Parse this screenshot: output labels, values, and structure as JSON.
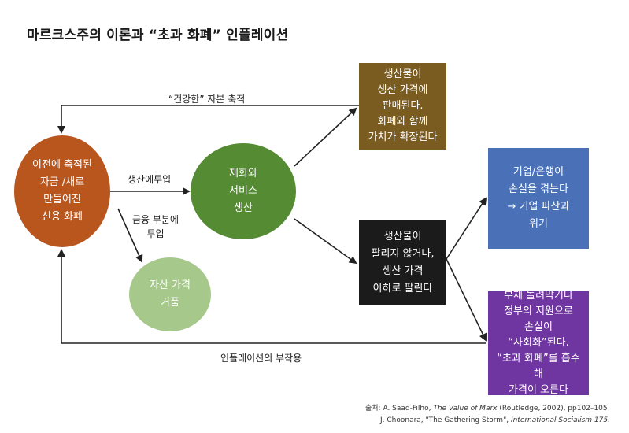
{
  "title": "마르크스주의 이론과 “초과 화폐” 인플레이션",
  "nodes": {
    "credit": [
      "이전에 축적된",
      "자금 /새로",
      "만들어진",
      "신용 화폐"
    ],
    "production": [
      "재화와",
      "서비스",
      "생산"
    ],
    "asset_bubble": [
      "자산 가격",
      "거품"
    ],
    "sold_more": [
      "생산물이",
      "생산 가격에",
      "판매된다.",
      "화폐와 함께",
      "가치가 확장된다"
    ],
    "sold_less": [
      "생산물이",
      "팔리지 않거나,",
      "생산 가격",
      "이하로 팔린다"
    ],
    "losses": [
      "기업/은행이",
      "손실을 겪는다",
      "→ 기업 파산과",
      "위기"
    ],
    "socialized": [
      "부채 돌려막기나",
      "정부의 지원으로",
      "손실이",
      "“사회화”된다.",
      "“초과 화폐”를 흡수해",
      "가격이 오른다"
    ]
  },
  "edges": {
    "healthy_accumulation": "“건강한” 자본 축적",
    "invest_production": "생산에투입",
    "invest_financial": [
      "금융 부분에",
      "투입"
    ],
    "inflation_side_effect": "인플레이션의 부작용"
  },
  "source": {
    "prefix": "출처: A. Saad-Filho, ",
    "book": "The Value of Marx",
    "book_rest": " (Routledge, 2002), pp102–105",
    "line2_prefix": "J. Choonara, \"The Gathering Storm\", ",
    "journal": "International Socialism 175."
  },
  "colors": {
    "credit": "#b8561d",
    "production": "#548b33",
    "asset_bubble": "#a6c98b",
    "sold_more": "#7a5b20",
    "sold_less": "#1b1b1b",
    "losses": "#4a71b8",
    "socialized": "#6f35a0",
    "arrow": "#222222"
  }
}
